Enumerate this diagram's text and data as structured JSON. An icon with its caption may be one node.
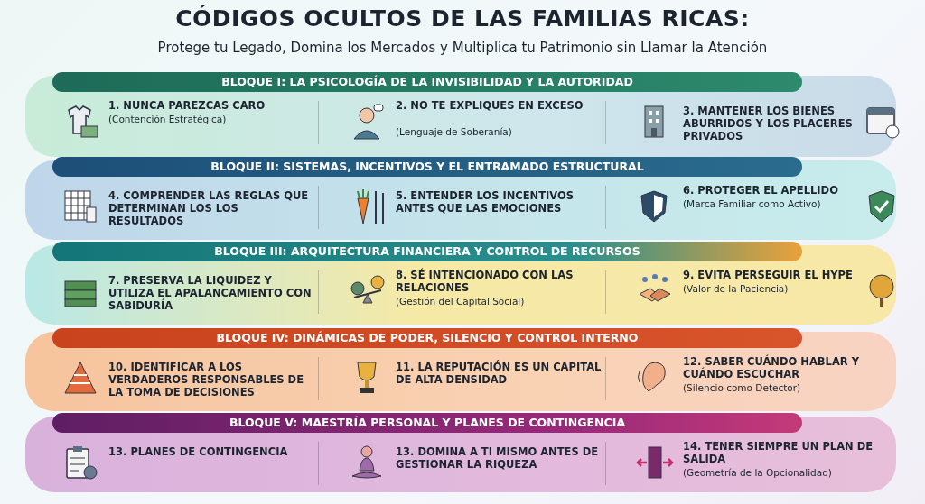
{
  "diagram": {
    "title": "CÓDIGOS OCULTOS DE LAS FAMILIAS RICAS:",
    "caption": "Protege tu Legado, Domina los Mercados y Multiplica tu Patrimonio sin Llamar la Atención",
    "nodes": [
      {
        "text": [
          "BLOQUE I: LA PSICOLOGÍA DE LA INVISIBILIDAD Y LA AUTORIDAD"
        ]
      },
      {
        "text": [
          "1. NUNCA PAREZCAS CARO",
          "(Contención Estratégica)"
        ],
        "in": 0
      },
      {
        "text": [
          "2. NO TE EXPLIQUES EN EXCESO",
          "(Lenguaje de Soberanía)"
        ],
        "in": 0
      },
      {
        "text": [
          "3. MANTENER LOS BIENES ABURRIDOS Y LOS PLACERES PRIVADOS"
        ],
        "in": 0
      },
      {
        "text": [
          "BLOQUE II: SISTEMAS, INCENTIVOS Y EL ENTRAMADO ESTRUCTURAL"
        ]
      },
      {
        "text": [
          "4. COMPRENDER LAS REGLAS QUE DETERMINAN LOS LOS RESULTADOS"
        ],
        "in": 4
      },
      {
        "text": [
          "5. ENTENDER LOS INCENTIVOS ANTES QUE LAS EMOCIONES"
        ],
        "in": 4
      },
      {
        "text": [
          "6. PROTEGER EL APELLIDO",
          "(Marca Familiar como Activo)"
        ],
        "in": 4
      },
      {
        "text": [
          "BLOQUE III: ARQUITECTURA FINANCIERA Y CONTROL DE RECURSOS"
        ]
      },
      {
        "text": [
          "7. PRESERVA LA LIQUIDEZ Y UTILIZA EL APALANCAMIENTO CON SABIDURÍA"
        ],
        "in": 8
      },
      {
        "text": [
          "8. SÉ INTENCIONADO CON LAS RELACIONES",
          "(Gestión del Capital Social)"
        ],
        "in": 8
      },
      {
        "text": [
          "9. EVITA PERSEGUIR EL HYPE",
          "(Valor de la Paciencia)"
        ],
        "in": 8
      },
      {
        "text": [
          "BLOQUE IV: DINÁMICAS DE PODER, SILENCIO Y CONTROL INTERNO"
        ]
      },
      {
        "text": [
          "10. IDENTIFICAR A LOS VERDADEROS RESPONSABLES DE LA TOMA DE DECISIONES"
        ],
        "in": 12
      },
      {
        "text": [
          "11. LA REPUTACIÓN ES UN CAPITAL DE ALTA DENSIDAD"
        ],
        "in": 12
      },
      {
        "text": [
          "12. SABER CUÁNDO HABLAR Y CUÁNDO ESCUCHAR",
          "(Silencio como Detector)"
        ],
        "in": 12
      },
      {
        "text": [
          "BLOQUE V: MAESTRÍA PERSONAL Y PLANES DE CONTINGENCIA"
        ]
      },
      {
        "text": [
          "13. PLANES DE CONTINGENCIA"
        ],
        "in": 16
      },
      {
        "text": [
          "13. DOMINA A TI MISMO ANTES DE GESTIONAR LA RIQUEZA"
        ],
        "in": 16
      },
      {
        "text": [
          "14. TENER SIEMPRE UN PLAN DE SALIDA",
          "(Geometría de la Opcionalidad)"
        ],
        "in": 16
      }
    ],
    "edges": []
  }
}
